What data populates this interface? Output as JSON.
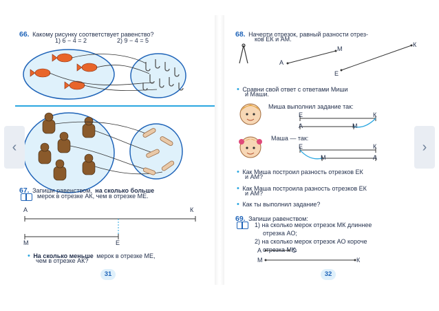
{
  "left": {
    "ex66": {
      "num": "66.",
      "question": "Какому рисунку соответствует равенство?",
      "eq1": "1) 6 − 4 = 2",
      "eq2": "2) 9 − 4 = 5"
    },
    "ex67": {
      "num": "67.",
      "line1_prefix": "Запиши равенством,",
      "line1_bold": "на сколько больше",
      "line2": "мерок в отрезке АК, чем в отрезке МЕ.",
      "seg1_left": "А",
      "seg1_right": "К",
      "seg2_left": "М",
      "seg2_right": "Е",
      "bullet_bold": "На сколько меньше",
      "bullet_rest": "мерок в отрезке МЕ,",
      "bullet_line2": "чем в отрезке АК?"
    },
    "page_number": "31"
  },
  "right": {
    "ex68": {
      "num": "68.",
      "line1": "Начерти отрезок, равный разности отрез-",
      "line2": "ков ЕК и АМ.",
      "fig_A": "А",
      "fig_M": "М",
      "fig_E": "Е",
      "fig_K": "К",
      "b1_line1": "Сравни свой ответ с ответами Миши",
      "b1_line2": "и Маши.",
      "misha": "Миша выполнил задание так:",
      "masha": "Маша — так:",
      "m_E": "Е",
      "m_K": "К",
      "m_A": "А",
      "m_M": "М",
      "q1_line1": "Как Миша построил разность отрезков ЕК",
      "q1_line2": "и АМ?",
      "q2_line1": "Как Маша построила разность отрезков ЕК",
      "q2_line2": "и АМ?",
      "q3": "Как ты выполнил задание?"
    },
    "ex69": {
      "num": "69.",
      "title": "Запиши равенством:",
      "i1_line1": "1) на сколько мерок отрезок МК длиннее",
      "i1_line2": "отрезка АО;",
      "i2_line1": "2) на сколько мерок отрезок АО короче",
      "i2_line2": "отрезка МК.",
      "seg_A": "А",
      "seg_O": "О",
      "seg_M": "М",
      "seg_K": "К"
    },
    "page_number": "32"
  },
  "nav": {
    "prev_icon": "chevron-left-icon",
    "next_icon": "chevron-right-icon"
  },
  "colors": {
    "accent": "#1e63b8",
    "divider": "#2aa6e0"
  }
}
